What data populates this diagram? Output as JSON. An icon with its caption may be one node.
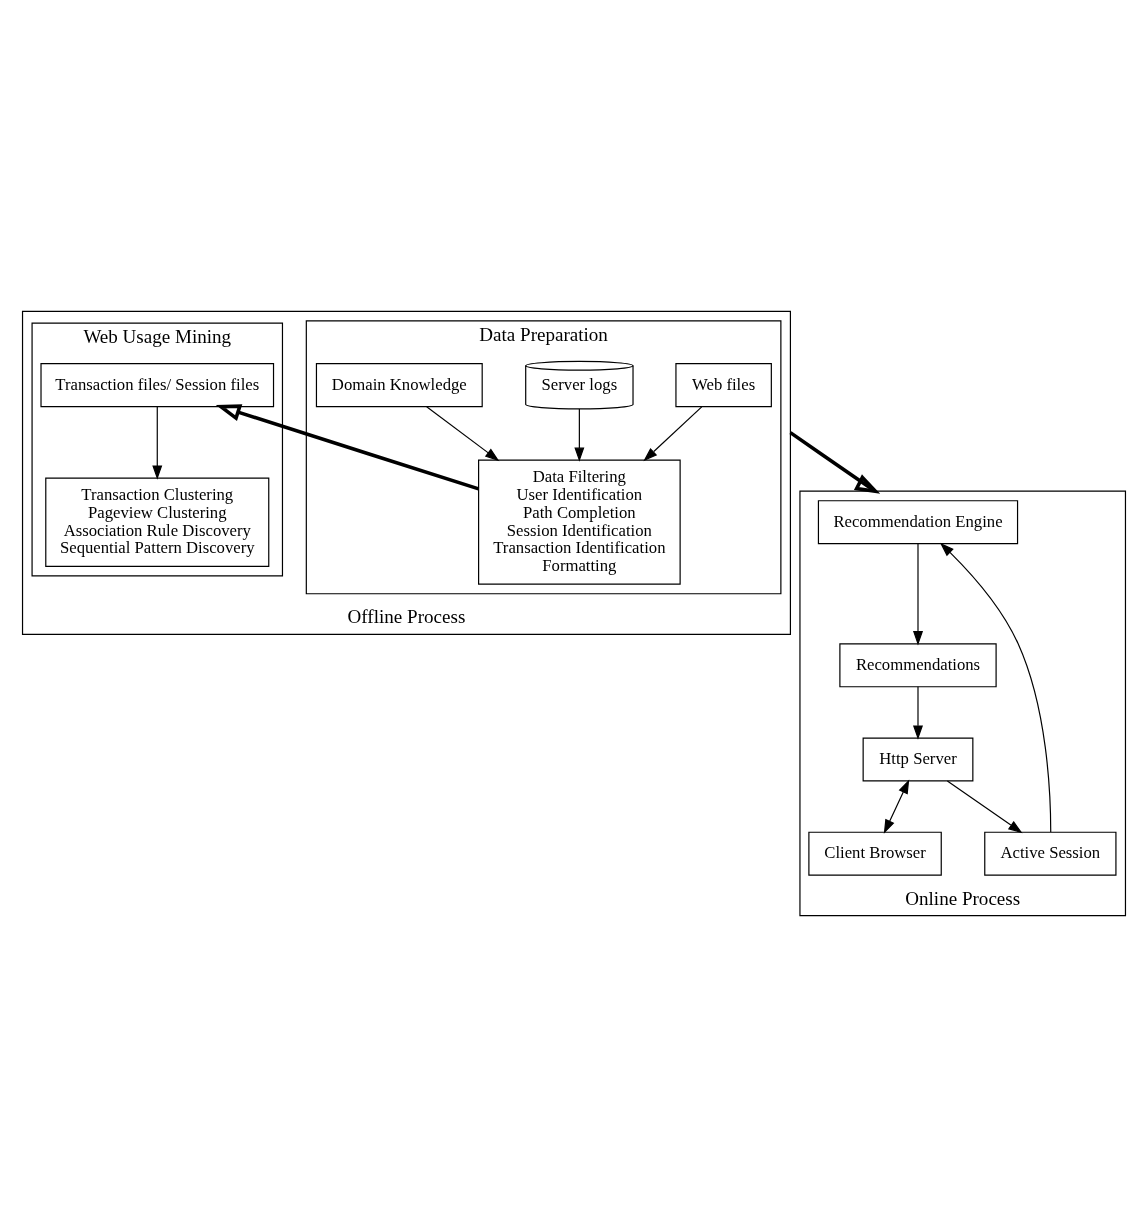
{
  "diagram": {
    "nodes": [
      {
        "text": [
          "Offline Process"
        ]
      },
      {
        "text": [
          "Data Preparation"
        ],
        "in": 0
      },
      {
        "text": [
          "Web files"
        ],
        "in": 1
      },
      {
        "text": [
          "Server logs"
        ],
        "in": 1
      },
      {
        "text": [
          "Data Filtering",
          "User Identification",
          "Path Completion",
          "Session Identification",
          "Transaction Identification",
          "Formatting"
        ],
        "in": 1
      },
      {
        "text": [
          "Domain Knowledge"
        ],
        "in": 1
      },
      {
        "text": [
          "Web Usage Mining"
        ],
        "in": 0
      },
      {
        "text": [
          "Transaction files/ Session files"
        ],
        "in": 6
      },
      {
        "text": [
          "Transaction Clustering",
          "Pageview Clustering",
          "Association Rule Discovery",
          "Sequential Pattern Discovery"
        ],
        "in": 6
      },
      {
        "text": [
          "Online Process"
        ]
      },
      {
        "text": [
          "Recommendation Engine"
        ],
        "in": 9
      },
      {
        "text": [
          "Active Session"
        ],
        "in": 9
      },
      {
        "text": [
          "Recommendations"
        ],
        "in": 9
      },
      {
        "text": [
          "Http Server"
        ],
        "in": 9
      },
      {
        "text": [
          "Client Browser"
        ],
        "in": 9
      }
    ],
    "edges": [
      {
        "from": 2,
        "to": 4,
        "arrow": "to"
      },
      {
        "from": 3,
        "to": 4,
        "arrow": "to"
      },
      {
        "from": 5,
        "to": 4,
        "arrow": "to"
      },
      {
        "from": 4,
        "to": 7,
        "arrow": "to",
        "style": "thick"
      },
      {
        "from": 7,
        "to": 8,
        "arrow": "to"
      },
      {
        "from": 0,
        "to": 9,
        "arrow": "to",
        "style": "thick"
      },
      {
        "from": 11,
        "to": 10,
        "arrow": "to"
      },
      {
        "from": 10,
        "to": 12,
        "arrow": "to"
      },
      {
        "from": 12,
        "to": 13,
        "arrow": "to"
      },
      {
        "from": 13,
        "to": 11,
        "arrow": "to"
      },
      {
        "from": 13,
        "to": 14,
        "arrow": "both"
      }
    ]
  }
}
